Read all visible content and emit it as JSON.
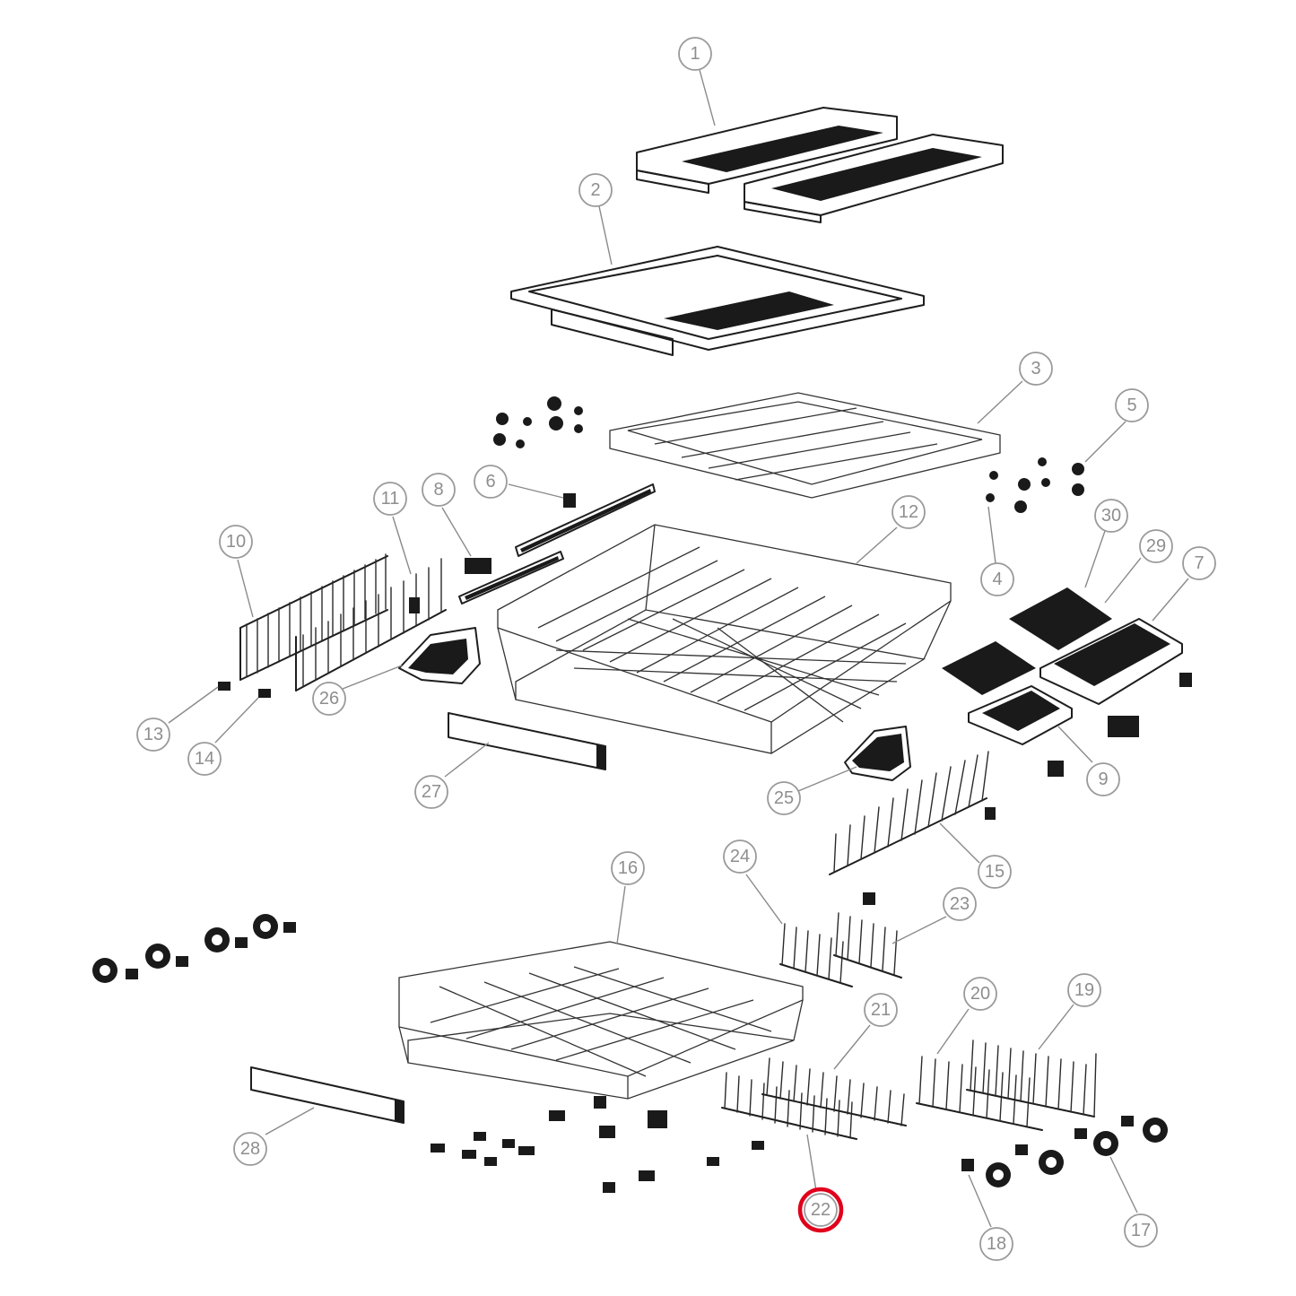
{
  "callouts": [
    {
      "label": "1"
    },
    {
      "label": "2"
    },
    {
      "label": "3"
    },
    {
      "label": "4"
    },
    {
      "label": "5"
    },
    {
      "label": "6"
    },
    {
      "label": "7"
    },
    {
      "label": "8"
    },
    {
      "label": "9"
    },
    {
      "label": "10"
    },
    {
      "label": "11"
    },
    {
      "label": "12"
    },
    {
      "label": "13"
    },
    {
      "label": "14"
    },
    {
      "label": "15"
    },
    {
      "label": "16"
    },
    {
      "label": "17"
    },
    {
      "label": "18"
    },
    {
      "label": "19"
    },
    {
      "label": "20"
    },
    {
      "label": "21"
    },
    {
      "label": "22"
    },
    {
      "label": "23"
    },
    {
      "label": "24"
    },
    {
      "label": "25"
    },
    {
      "label": "26"
    },
    {
      "label": "27"
    },
    {
      "label": "28"
    },
    {
      "label": "29"
    },
    {
      "label": "30"
    }
  ],
  "highlighted_callout": "22",
  "colors": {
    "highlight": "#e0001b",
    "callout_stroke": "#9a9a9a",
    "callout_text": "#8e8e8e",
    "line_art": "#1e1e1e"
  }
}
